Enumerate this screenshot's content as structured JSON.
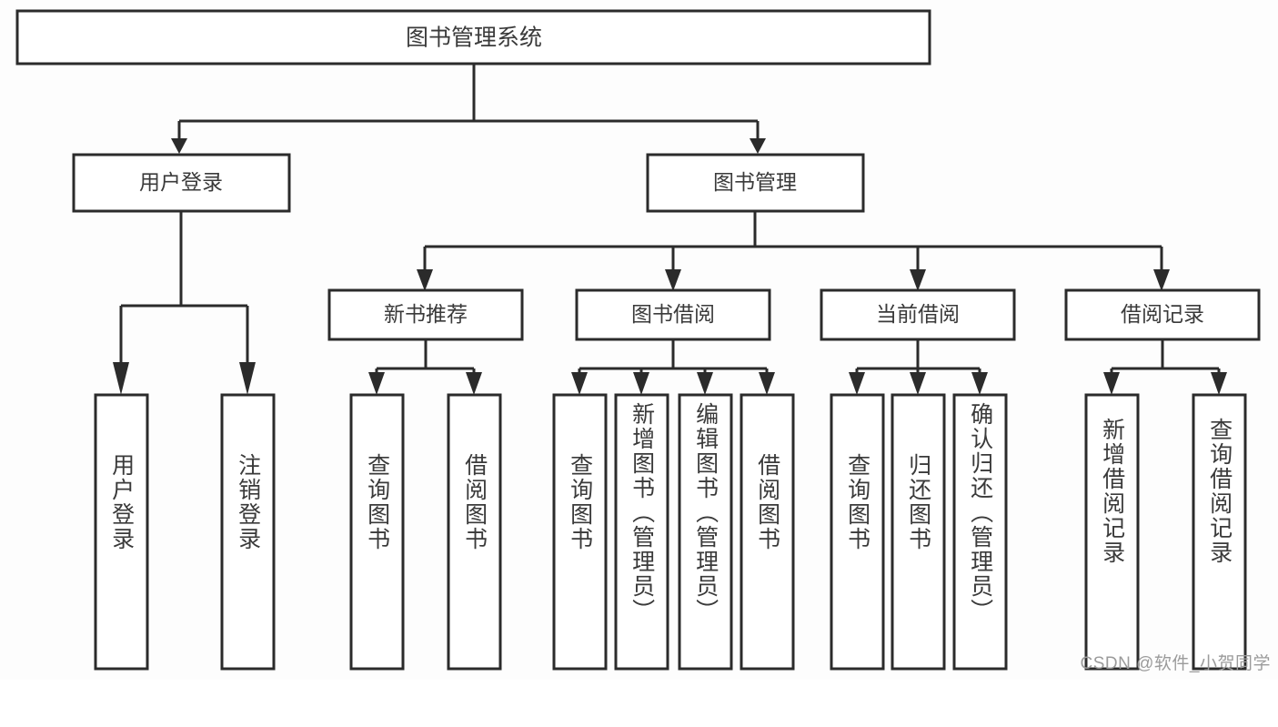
{
  "diagram": {
    "type": "tree",
    "title": "图书管理系统",
    "background_color": "#fdfdfd",
    "line_color": "#2b2b2b",
    "text_color": "#3a3a3a",
    "box_fill": "#ffffff",
    "levels": {
      "root": {
        "label": "图书管理系统"
      },
      "level2": [
        {
          "label": "用户登录"
        },
        {
          "label": "图书管理"
        }
      ],
      "level3": [
        {
          "label": "新书推荐"
        },
        {
          "label": "图书借阅"
        },
        {
          "label": "当前借阅"
        },
        {
          "label": "借阅记录"
        }
      ],
      "leaves": [
        {
          "label": "用户登录",
          "parent": "用户登录"
        },
        {
          "label": "注销登录",
          "parent": "用户登录"
        },
        {
          "label": "查询图书",
          "parent": "新书推荐"
        },
        {
          "label": "借阅图书",
          "parent": "新书推荐"
        },
        {
          "label": "查询图书",
          "parent": "图书借阅"
        },
        {
          "label": "新增图书（管理员）",
          "parent": "图书借阅"
        },
        {
          "label": "编辑图书（管理员）",
          "parent": "图书借阅"
        },
        {
          "label": "借阅图书",
          "parent": "图书借阅"
        },
        {
          "label": "查询图书",
          "parent": "当前借阅"
        },
        {
          "label": "归还图书",
          "parent": "当前借阅"
        },
        {
          "label": "确认归还（管理员）",
          "parent": "当前借阅"
        },
        {
          "label": "新增借阅记录",
          "parent": "借阅记录"
        },
        {
          "label": "查询借阅记录",
          "parent": "借阅记录"
        }
      ]
    }
  },
  "watermark": {
    "text": "CSDN @软件_小贺同学"
  }
}
